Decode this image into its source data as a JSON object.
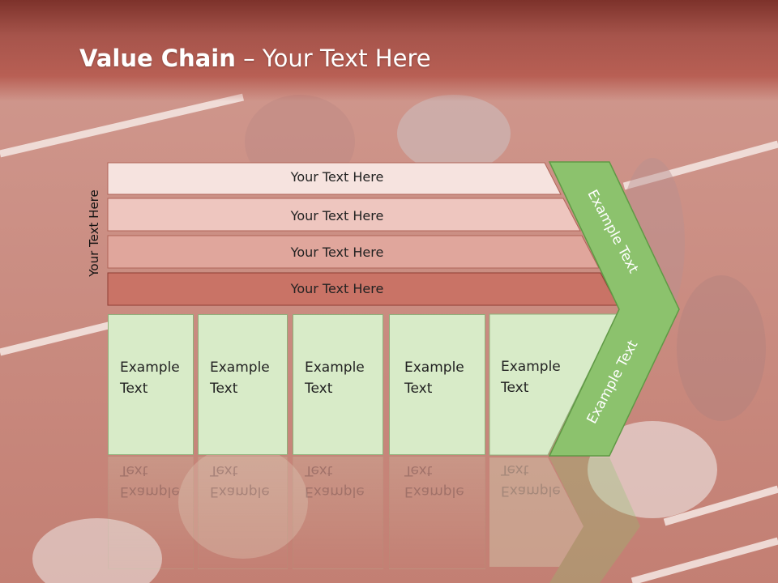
{
  "slide": {
    "title_bold": "Value Chain",
    "title_rest": " – Your Text Here",
    "vertical_label": "Your Text Here"
  },
  "rows": [
    {
      "label": "Your Text Here",
      "fill": "#f6e3df"
    },
    {
      "label": "Your Text Here",
      "fill": "#eec6bf"
    },
    {
      "label": "Your Text Here",
      "fill": "#e0a69c"
    },
    {
      "label": "Your Text Here",
      "fill": "#c97366"
    }
  ],
  "boxes": [
    {
      "line1": "Example",
      "line2": "Text"
    },
    {
      "line1": "Example",
      "line2": "Text"
    },
    {
      "line1": "Example",
      "line2": "Text"
    },
    {
      "line1": "Example",
      "line2": "Text"
    },
    {
      "line1": "Example",
      "line2": "Text"
    }
  ],
  "chevron": {
    "upper_text": "Example Text",
    "lower_text": "Example Text",
    "fill": "#8cc26d"
  },
  "colors": {
    "header": "#a6544b",
    "box_fill": "#d8ebc8",
    "track_lines": "#ffffff"
  }
}
